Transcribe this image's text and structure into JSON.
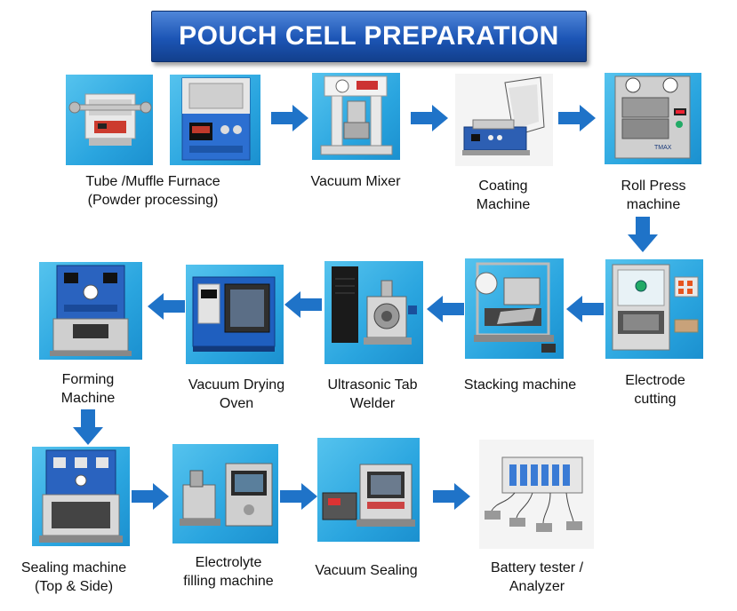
{
  "title": "POUCH CELL PREPARATION",
  "steps": {
    "furnace": {
      "line1": "Tube /Muffle Furnace",
      "line2": "(Powder processing)"
    },
    "mixer": {
      "line1": "Vacuum Mixer"
    },
    "coating": {
      "line1": "Coating",
      "line2": "Machine"
    },
    "rollpress": {
      "line1": "Roll Press",
      "line2": "machine"
    },
    "cutting": {
      "line1": "Electrode",
      "line2": "cutting"
    },
    "stacking": {
      "line1": "Stacking machine"
    },
    "welder": {
      "line1": "Ultrasonic Tab",
      "line2": "Welder"
    },
    "drying": {
      "line1": "Vacuum Drying",
      "line2": "Oven"
    },
    "forming": {
      "line1": "Forming",
      "line2": "Machine"
    },
    "sealing": {
      "line1": "Sealing machine",
      "line2": "(Top & Side)"
    },
    "filling": {
      "line1": "Electrolyte",
      "line2": "filling machine"
    },
    "vacsealing": {
      "line1": "Vacuum Sealing"
    },
    "tester": {
      "line1": "Battery tester /",
      "line2": "Analyzer"
    }
  },
  "rollpress_brand": "TMAX",
  "colors": {
    "banner": "#1c55b5",
    "arrow": "#1f73c8",
    "tile": "#2aa5df"
  }
}
